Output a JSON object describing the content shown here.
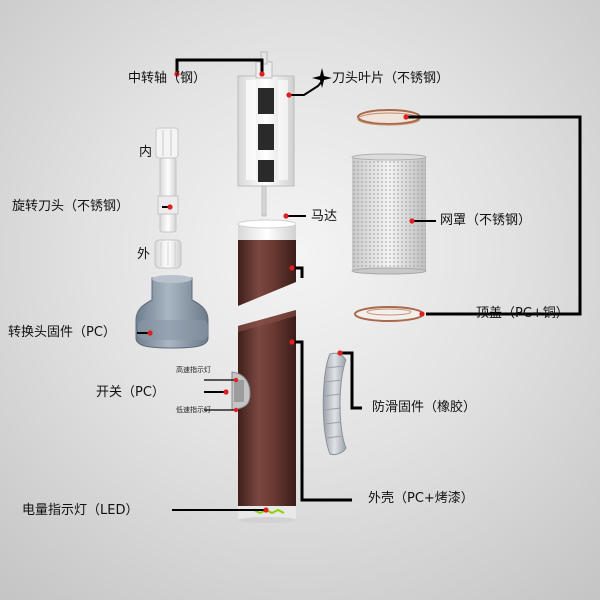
{
  "labels": {
    "center_shaft": "中转轴（钢）",
    "blade": "刀头叶片（不锈钢）",
    "inner": "内",
    "rotary_head": "旋转刀头（不锈钢）",
    "motor": "马达",
    "mesh_cover": "网罩（不锈钢）",
    "outer": "外",
    "top_cap": "顶盖（PC+铜）",
    "adapter": "转换头固件（PC）",
    "high_speed": "高速指示灯",
    "switch": "开关（PC）",
    "low_speed": "低速指示灯",
    "grip": "防滑固件（橡胶）",
    "shell": "外壳（PC+烤漆）",
    "battery_light": "电量指示灯（LED）"
  },
  "colors": {
    "body": "#6b3a33",
    "body_dark": "#3e1f1b",
    "cap_white": "#f3f3f3",
    "adapter_blue": "#8e9cab",
    "leader": "#000000",
    "dot": "#e02020",
    "copper": "#b06a40",
    "battery_led": "#8cd000"
  },
  "icons": {
    "star": "star-icon"
  }
}
